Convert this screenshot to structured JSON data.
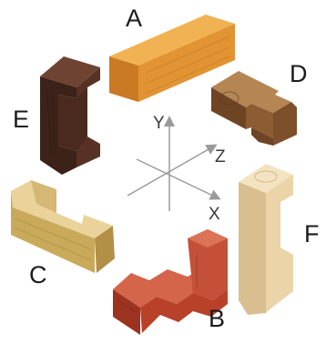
{
  "pieces": {
    "a": {
      "label": "A",
      "color": "#e0962e"
    },
    "b": {
      "label": "B",
      "color": "#b8412a"
    },
    "c": {
      "label": "C",
      "color": "#d9bd6e"
    },
    "d": {
      "label": "D",
      "color": "#8a5a33"
    },
    "e": {
      "label": "E",
      "color": "#4a2a1e"
    },
    "f": {
      "label": "F",
      "color": "#e6cfa4"
    }
  },
  "axes": {
    "x": "X",
    "y": "Y",
    "z": "Z",
    "color": "#9a9a9a"
  }
}
